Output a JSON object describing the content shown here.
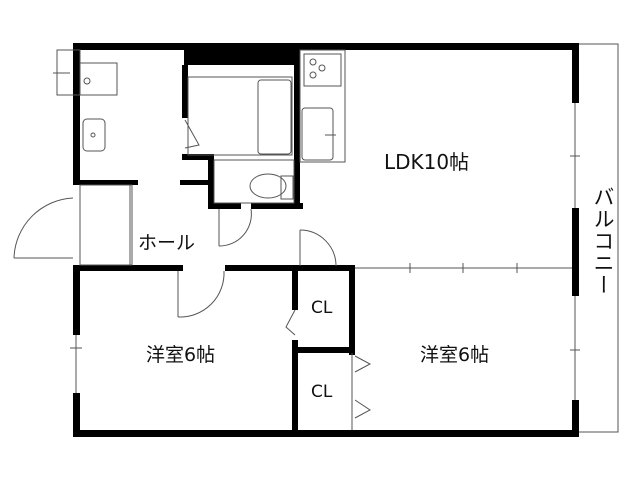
{
  "floorplan": {
    "rooms": {
      "ldk": "LDK10帖",
      "western_left": "洋室6帖",
      "western_right": "洋室6帖",
      "hall": "ホール",
      "closet_upper": "CL",
      "closet_lower": "CL",
      "balcony": "バルコニー"
    },
    "colors": {
      "wall": "#000000",
      "line": "#555555",
      "background": "#ffffff"
    }
  }
}
